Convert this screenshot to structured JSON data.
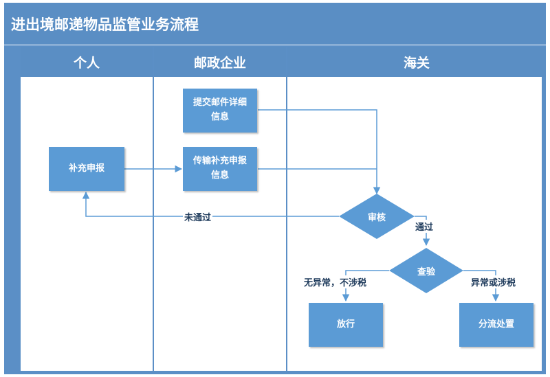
{
  "title": "进出境邮递物品监管业务流程",
  "lanes": [
    "个人",
    "邮政企业",
    "海关"
  ],
  "nodes": {
    "submit_detail": "提交邮件详细\n信息",
    "transfer_supplement": "传输补充申报\n信息",
    "supplement": "补充申报",
    "review": "审核",
    "inspect": "查验",
    "release": "放行",
    "divert": "分流处置"
  },
  "edges": {
    "not_passed": "未通过",
    "passed": "通过",
    "no_abnormal": "无异常，不涉税",
    "abnormal_or_tax": "异常或涉税"
  },
  "colors": {
    "header": "#5a8ec4",
    "node": "#5b9bd5",
    "line": "#5b9bd5",
    "frame": "#5b8fc6"
  }
}
